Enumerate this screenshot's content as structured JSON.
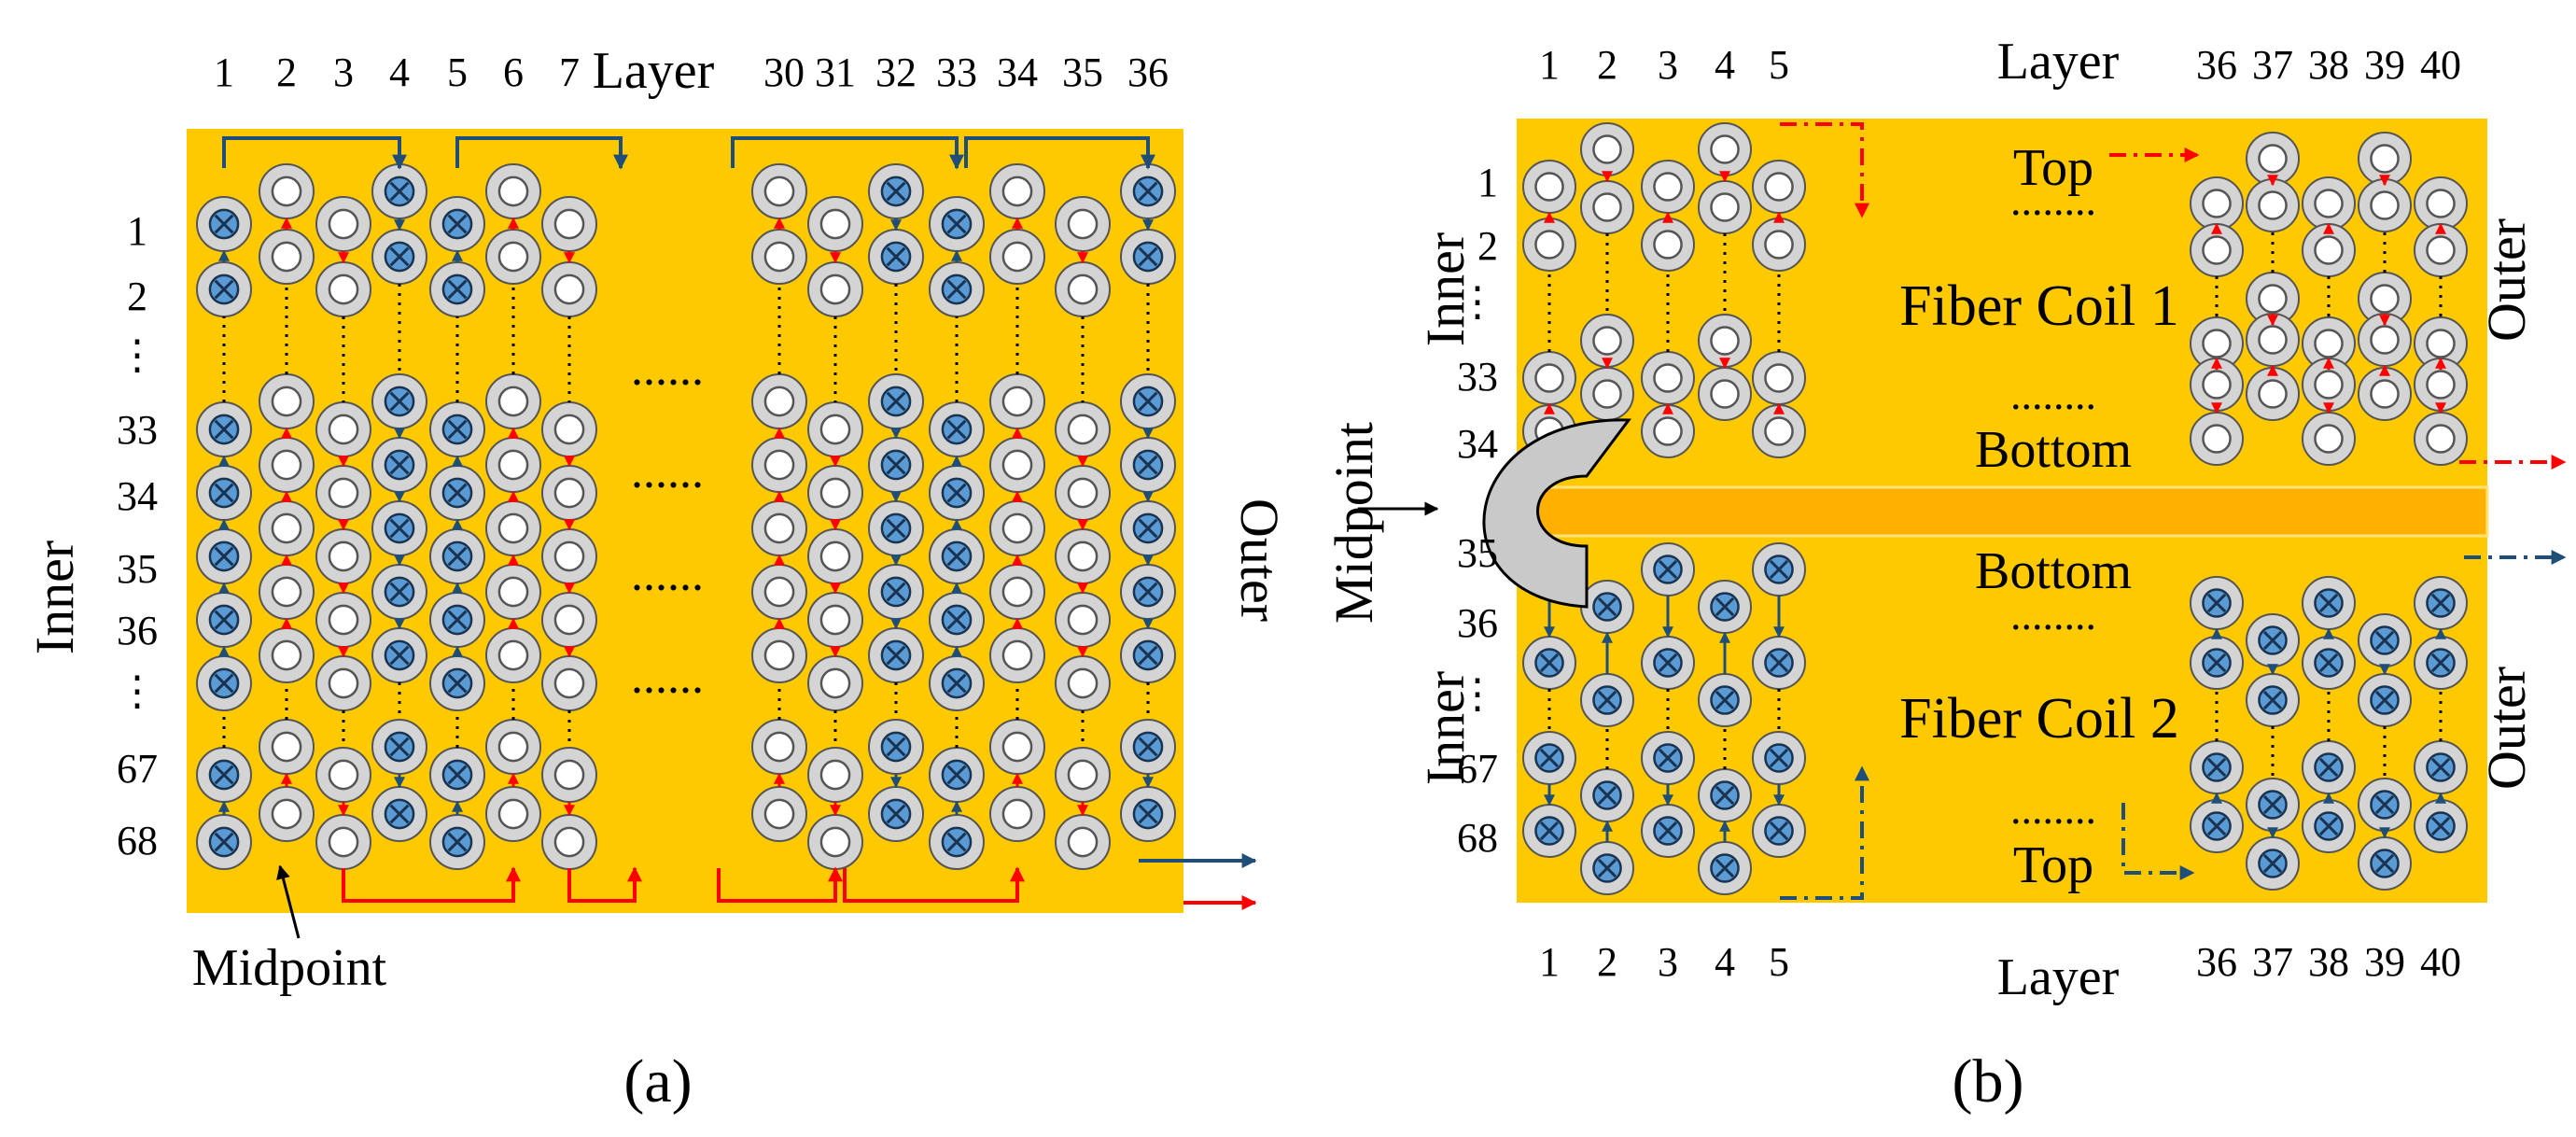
{
  "colors": {
    "background": "#FFC900",
    "ring": "#D4D4D4",
    "hole": "#FFFFFF",
    "cross_fill": "#5B9BD5",
    "red_arrow": "#FF0000",
    "blue_arrow": "#1F4E79",
    "midpoint_cap": "#C9C9C9",
    "separator": "#FFB000"
  },
  "panel_a": {
    "caption": "(a)",
    "layer_label": "Layer",
    "layer_numbers_left": [
      "1",
      "2",
      "3",
      "4",
      "5",
      "6",
      "7"
    ],
    "layer_numbers_right": [
      "30",
      "31",
      "32",
      "33",
      "34",
      "35",
      "36"
    ],
    "row_labels": [
      "1",
      "2",
      "⋮",
      "33",
      "34",
      "35",
      "36",
      "⋮",
      "67",
      "68"
    ],
    "side_left": "Inner",
    "side_right": "Outer",
    "midpoint_label": "Midpoint",
    "ellipsis": "......",
    "column_types_left": [
      "cross",
      "empty",
      "empty",
      "cross",
      "cross",
      "empty",
      "empty"
    ],
    "column_types_right": [
      "empty",
      "empty",
      "cross",
      "cross",
      "empty",
      "empty",
      "cross"
    ]
  },
  "panel_b": {
    "caption": "(b)",
    "layer_label_top": "Layer",
    "layer_label_bottom": "Layer",
    "layer_numbers_left": [
      "1",
      "2",
      "3",
      "4",
      "5"
    ],
    "layer_numbers_right": [
      "36",
      "37",
      "38",
      "39",
      "40"
    ],
    "row_labels_top": [
      "1",
      "2",
      "⋮",
      "33",
      "34"
    ],
    "row_labels_bottom": [
      "35",
      "36",
      "⋮",
      "67",
      "68"
    ],
    "side_left_top": "Inner",
    "side_left_bottom": "Inner",
    "side_right_top": "Outer",
    "side_right_bottom": "Outer",
    "midpoint_label": "Midpoint",
    "coil1": {
      "name": "Fiber Coil 1",
      "top": "Top",
      "bottom": "Bottom"
    },
    "coil2": {
      "name": "Fiber Coil 2",
      "top": "Top",
      "bottom": "Bottom"
    },
    "ellipsis": "........"
  }
}
